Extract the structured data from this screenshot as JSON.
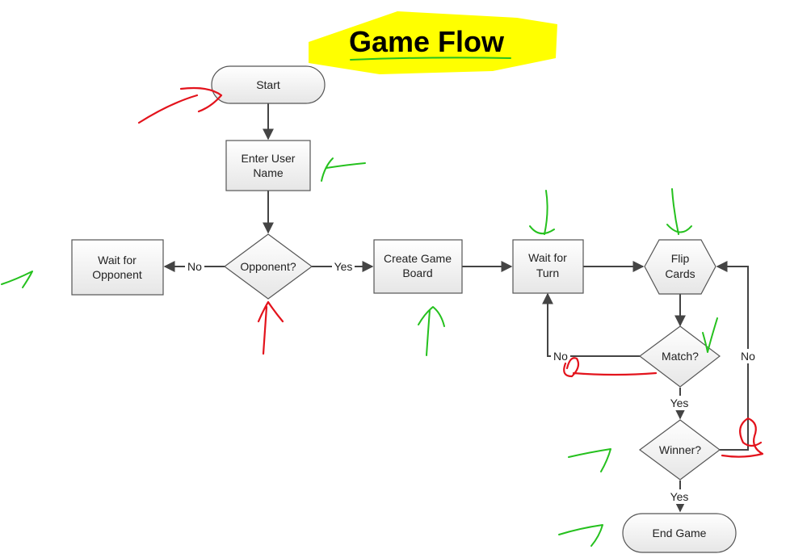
{
  "title": "Game Flow",
  "nodes": {
    "start": "Start",
    "enter_user_name": [
      "Enter User",
      "Name"
    ],
    "opponent": "Opponent?",
    "wait_for_opponent": [
      "Wait for",
      "Opponent"
    ],
    "create_game_board": [
      "Create Game",
      "Board"
    ],
    "wait_for_turn": [
      "Wait for",
      "Turn"
    ],
    "flip_cards": [
      "Flip",
      "Cards"
    ],
    "match": "Match?",
    "winner": "Winner?",
    "end_game": "End Game"
  },
  "edges": {
    "opponent_no": "No",
    "opponent_yes": "Yes",
    "match_no": "No",
    "match_yes": "Yes",
    "winner_no": "No",
    "winner_yes": "Yes"
  },
  "colors": {
    "highlight": "#ffff00",
    "annotation_red": "#e3131c",
    "annotation_green": "#25c11e"
  }
}
